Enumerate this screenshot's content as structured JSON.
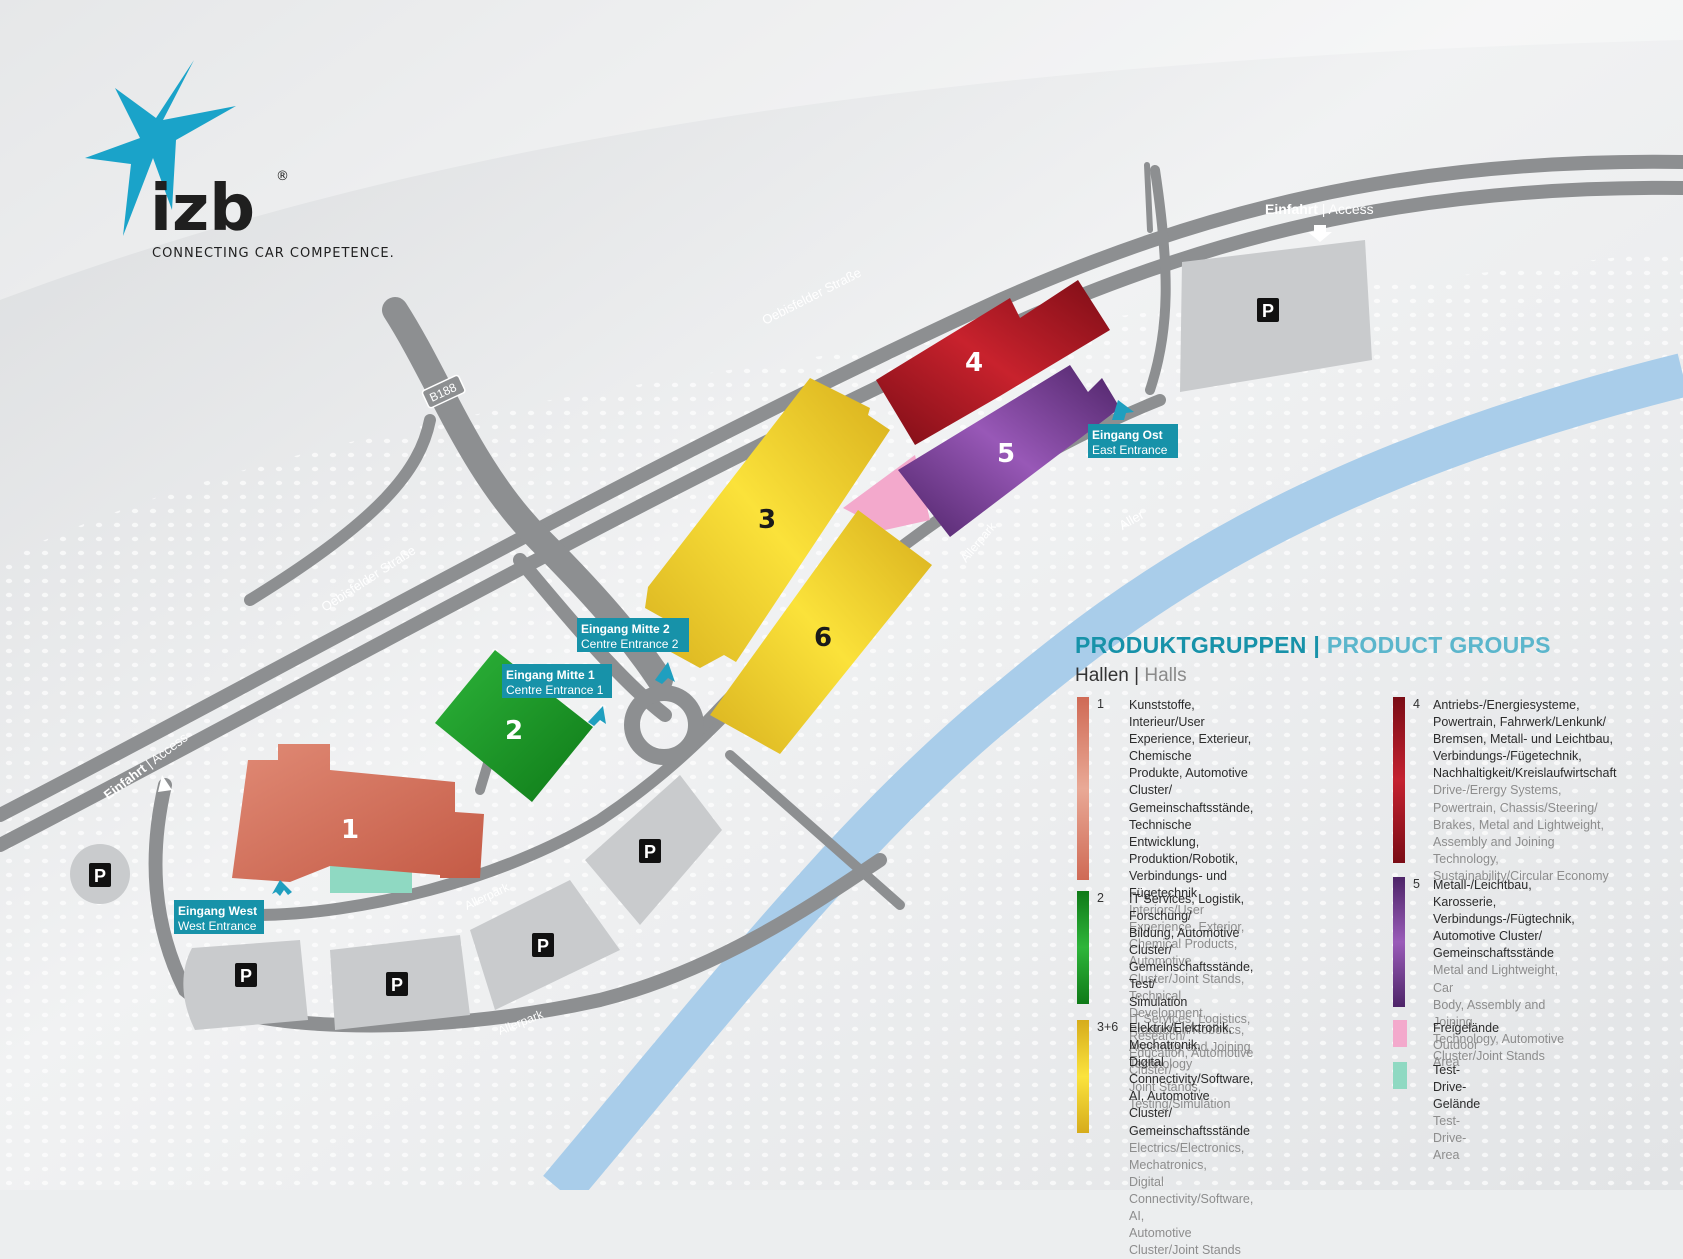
{
  "brand": {
    "name": "izb",
    "registered": "®",
    "tagline": "CONNECTING CAR COMPETENCE."
  },
  "colors": {
    "accent": "#1792a9",
    "hall1": "#cf6a55",
    "hall2": "#148f1f",
    "hall36": "#edc82a",
    "hall4": "#9e1520",
    "hall5": "#6d3a88",
    "outdoor": "#f3a9cc",
    "testdrive": "#8fd9c2",
    "road": "#8d8f91",
    "river": "#a9cdea",
    "parking": "#c9cbcd"
  },
  "map": {
    "halls": [
      "1",
      "2",
      "3",
      "4",
      "5",
      "6"
    ],
    "roads": {
      "oebisfelder_top": "Oebisfelder Straße",
      "oebisfelder_left": "Oebisfelder Straße",
      "b188": "B188",
      "allerpark_mid": "Allerpark",
      "allerpark_low": "Allerpark",
      "allerpark_east": "Allerpark"
    },
    "river": "Aller",
    "access_labels": {
      "left_de": "Einfahrt",
      "left_en": "Access",
      "right_de": "Einfahrt",
      "right_en": "Access",
      "separator": "|"
    },
    "parking_symbol": "P",
    "entrances": [
      {
        "de": "Eingang West",
        "en": "West Entrance"
      },
      {
        "de": "Eingang Mitte 1",
        "en": "Centre Entrance 1"
      },
      {
        "de": "Eingang Mitte 2",
        "en": "Centre Entrance 2"
      },
      {
        "de": "Eingang Ost",
        "en": "East Entrance"
      }
    ]
  },
  "legend": {
    "title_de": "PRODUKTGRUPPEN",
    "title_sep": "|",
    "title_en": "PRODUCT GROUPS",
    "sub_de": "Hallen",
    "sub_sep": "|",
    "sub_en": "Halls",
    "items": [
      {
        "num": "1",
        "de": [
          "Kunststoffe, Interieur/User",
          "Experience, Exterieur, Chemische",
          "Produkte, Automotive Cluster/",
          "Gemeinschaftsstände, Technische",
          "Entwicklung, Produktion/Robotik,",
          "Verbindungs- und Fügetechnik"
        ],
        "en": [
          "Interiors/User Experience, Exterior,",
          "Chemical Products, Automotive",
          "Cluster/Joint Stands, Technical",
          "Development, Production/Robotics,",
          "Assembly and Joining Technology"
        ]
      },
      {
        "num": "2",
        "de": [
          "IT Services, Logistik, Forschung/",
          "Bildung, Automotive Cluster/",
          "Gemeinschaftsstände, Test/",
          "Simulation"
        ],
        "en": [
          "IT Services, Logistics, Research/",
          "Education, Automotive Cluster/",
          "Joint Stands, Testing/Simulation"
        ]
      },
      {
        "num": "3+6",
        "de": [
          "Elektrik/Elektronik, Mechatronik,",
          "Digital Connectivity/Software,",
          "AI, Automotive Cluster/",
          "Gemeinschaftsstände"
        ],
        "en": [
          "Electrics/Electronics, Mechatronics,",
          "Digital Connectivity/Software, AI,",
          "Automotive Cluster/Joint Stands"
        ]
      },
      {
        "num": "4",
        "de": [
          "Antriebs-/Energiesysteme,",
          "Powertrain, Fahrwerk/Lenkunk/",
          "Bremsen, Metall- und Leichtbau,",
          "Verbindungs-/Fügetechnik,",
          "Nachhaltigkeit/Kreislaufwirtschaft"
        ],
        "en": [
          "Drive-/Erergy Systems,",
          "Powertrain, Chassis/Steering/",
          "Brakes, Metal and Lightweight,",
          "Assembly and Joining Technology,",
          "Sustainability/Circular Economy"
        ]
      },
      {
        "num": "5",
        "de": [
          "Metall-/Leichtbau, Karosserie,",
          "Verbindungs-/Fügtechnik,",
          "Automotive Cluster/",
          "Gemeinschaftsstände"
        ],
        "en": [
          "Metal and Lightweight, Car",
          "Body, Assembly and Joining",
          "Technology, Automotive",
          "Cluster/Joint Stands"
        ]
      },
      {
        "num": "",
        "de": [
          "Freigelände"
        ],
        "en": [
          "Outdoor Area"
        ]
      },
      {
        "num": "",
        "de": [
          "Test-Drive-Gelände"
        ],
        "en": [
          "Test-Drive-Area"
        ]
      }
    ]
  }
}
